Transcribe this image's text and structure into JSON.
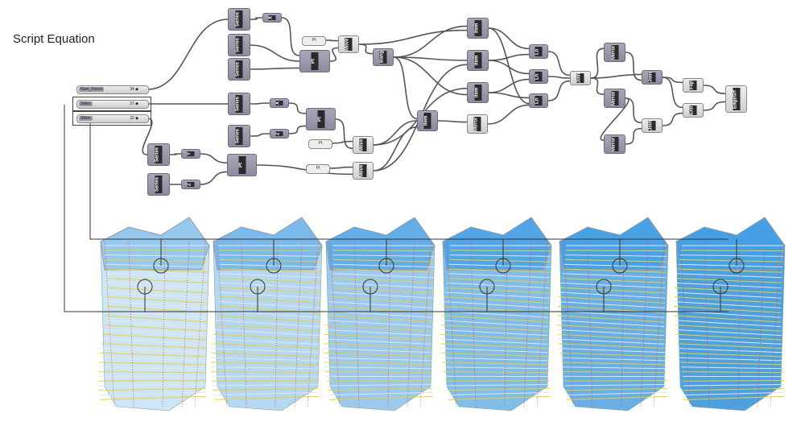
{
  "title": "Script Equation",
  "sliders": [
    {
      "name": "Num_Floors",
      "value": "34 ◆"
    },
    {
      "name": "Slider",
      "value": "37 ◆"
    },
    {
      "name": "Slider",
      "value": "32 ◆"
    }
  ],
  "nodes": [
    {
      "label": "Series"
    },
    {
      "label": "X"
    },
    {
      "label": "Series"
    },
    {
      "label": "Series"
    },
    {
      "label": "Pt"
    },
    {
      "label": "Pt"
    },
    {
      "label": "Move"
    },
    {
      "label": "Bang"
    },
    {
      "label": "Series"
    },
    {
      "label": "X"
    },
    {
      "label": "Pt"
    },
    {
      "label": "Series"
    },
    {
      "label": "Z"
    },
    {
      "label": "Pt"
    },
    {
      "label": "Move"
    },
    {
      "label": "Series"
    },
    {
      "label": "Y"
    },
    {
      "label": "Pt"
    },
    {
      "label": "Series"
    },
    {
      "label": "Z"
    },
    {
      "label": "Pt"
    },
    {
      "label": "Move"
    },
    {
      "label": "Item"
    },
    {
      "label": "Item"
    },
    {
      "label": "Item"
    },
    {
      "label": "Item"
    },
    {
      "label": "Mirror"
    },
    {
      "label": "Ln"
    },
    {
      "label": "Ln"
    },
    {
      "label": "Ln"
    },
    {
      "label": "Join"
    },
    {
      "label": "Mirror"
    },
    {
      "label": "Mirror"
    },
    {
      "label": "Mirror"
    },
    {
      "label": "Join"
    },
    {
      "label": "Join"
    },
    {
      "label": "Flip"
    },
    {
      "label": "Extr"
    },
    {
      "label": "EdgeSrf"
    }
  ],
  "colors": {
    "wire": "#555555",
    "tower": "#5aa9e0",
    "floor_edge": "#e8d23a",
    "column": "#c05050"
  }
}
